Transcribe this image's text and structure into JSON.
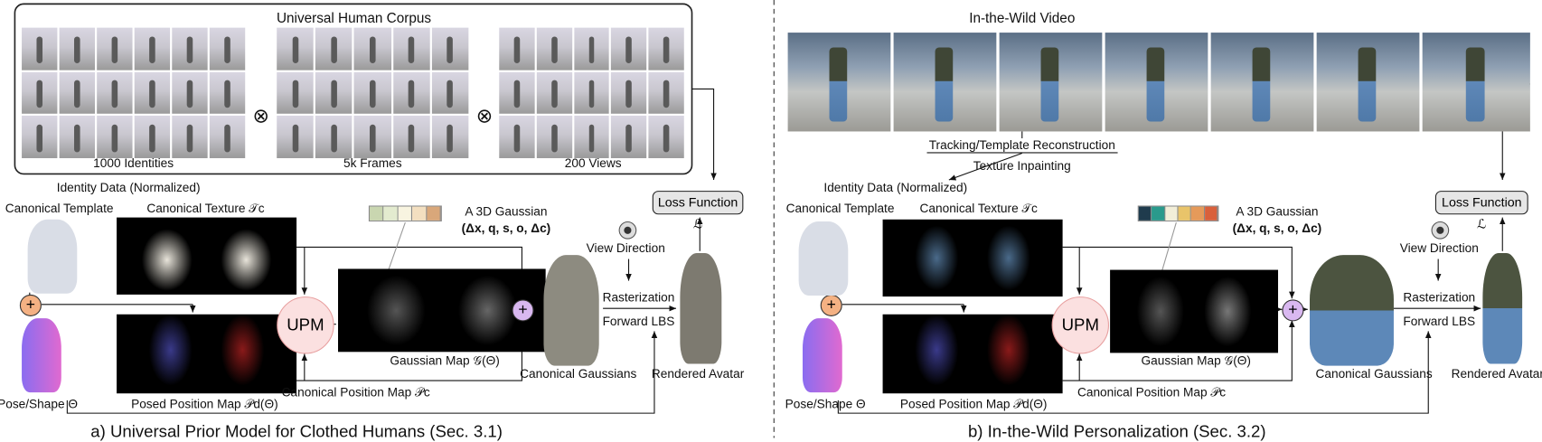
{
  "panel_a": {
    "corpus_title": "Universal Human Corpus",
    "corpus_labels": [
      "1000 Identities",
      "5k Frames",
      "200 Views"
    ],
    "times_symbol": "⊗",
    "identity_data": "Identity Data (Normalized)",
    "canonical_template": "Canonical Template",
    "canonical_texture": "Canonical Texture 𝒯c",
    "pose_shape": "Pose/Shape Θ",
    "posed_position_map": "Posed Position Map 𝒫d(Θ)",
    "upm": "UPM",
    "gaussian_map": "Gaussian Map 𝒢(Θ)",
    "a_3d_gaussian": "A 3D Gaussian",
    "gaussian_params": "(Δx, q, s, o, Δc)",
    "gaussian_colors": [
      "#c9d6b0",
      "#e3ebcf",
      "#f8f4e0",
      "#f3dfc0",
      "#d9a77a"
    ],
    "canonical_position_map": "Canonical Position Map 𝒫c",
    "canonical_gaussians": "Canonical Gaussians",
    "view_direction": "View Direction",
    "rasterization": "Rasterization",
    "forward_lbs": "Forward LBS",
    "rendered_avatar": "Rendered Avatar",
    "loss_function": "Loss Function ℒ",
    "caption": "a) Universal Prior Model for Clothed Humans (Sec. 3.1)"
  },
  "panel_b": {
    "video_title": "In-the-Wild Video",
    "tracking": "Tracking/Template Reconstruction",
    "texture_inpainting": "Texture Inpainting",
    "identity_data": "Identity Data (Normalized)",
    "canonical_template": "Canonical Template",
    "canonical_texture": "Canonical Texture 𝒯c",
    "pose_shape": "Pose/Shape Θ",
    "posed_position_map": "Posed Position Map 𝒫d(Θ)",
    "upm": "UPM",
    "gaussian_map": "Gaussian Map 𝒢(Θ)",
    "a_3d_gaussian": "A 3D Gaussian",
    "gaussian_params": "(Δx, q, s, o, Δc)",
    "gaussian_colors": [
      "#1f3b4d",
      "#2a9a8c",
      "#f2eed8",
      "#e9c46a",
      "#e59a5a",
      "#d9603b"
    ],
    "canonical_position_map": "Canonical Position Map 𝒫c",
    "canonical_gaussians": "Canonical Gaussians",
    "view_direction": "View Direction",
    "rasterization": "Rasterization",
    "forward_lbs": "Forward LBS",
    "rendered_avatar": "Rendered Avatar",
    "loss_function": "Loss Function ℒ",
    "caption": "b) In-the-Wild Personalization (Sec. 3.2)"
  },
  "colors": {
    "plus_orange": "#f4b183",
    "plus_purple": "#d9b8f0",
    "upm_fill": "#fbe0e0",
    "upm_border": "#e8a0a0"
  }
}
